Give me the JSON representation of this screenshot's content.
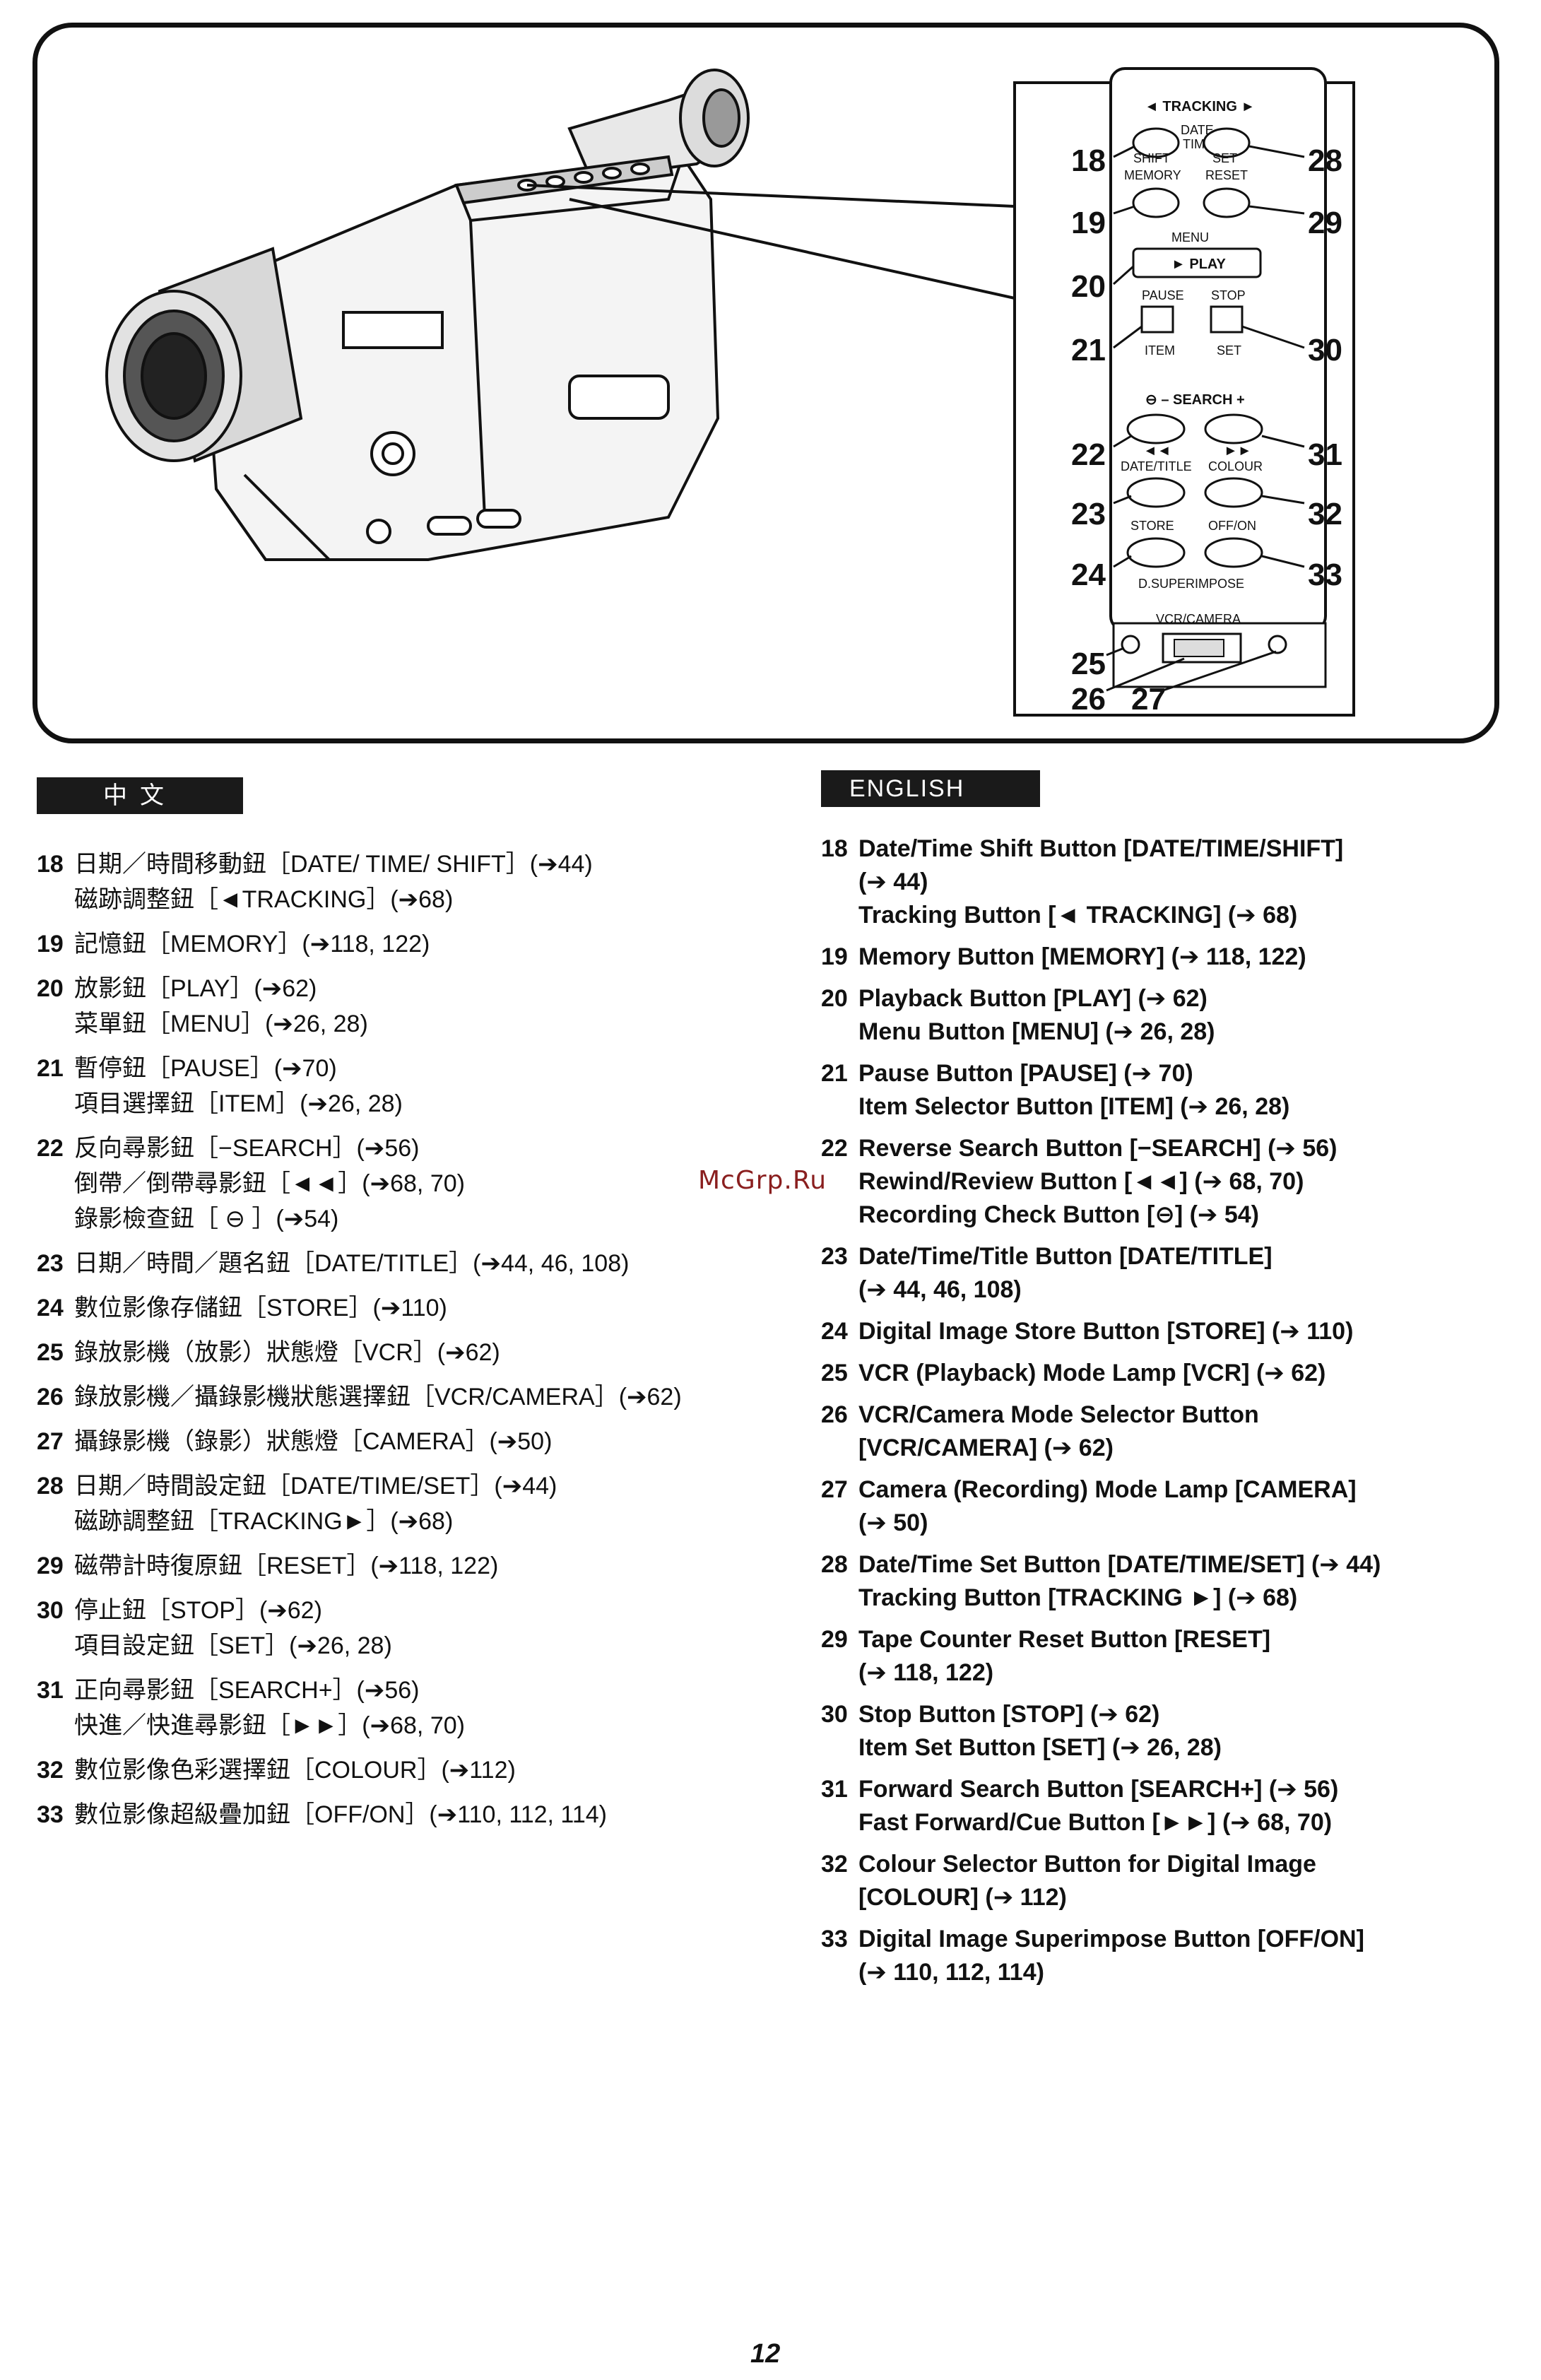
{
  "figure": {
    "callout_numbers": [
      "18",
      "19",
      "20",
      "21",
      "22",
      "23",
      "24",
      "25",
      "26",
      "27",
      "28",
      "29",
      "30",
      "31",
      "32",
      "33"
    ],
    "panel_labels": {
      "tracking": "◄ TRACKING ►",
      "date_time": "DATE\nTIME",
      "shift": "SHIFT",
      "set": "SET",
      "memory": "MEMORY",
      "reset": "RESET",
      "menu": "MENU",
      "play": "► PLAY",
      "pause": "PAUSE",
      "stop": "STOP",
      "item": "ITEM",
      "set2": "SET",
      "search": "⊖ – SEARCH +",
      "rew": "◄◄",
      "ff": "►►",
      "date_title": "DATE/TITLE",
      "colour": "COLOUR",
      "store": "STORE",
      "off_on": "OFF/ON",
      "d_superimpose": "D.SUPERIMPOSE",
      "vcr_camera": "VCR/CAMERA"
    }
  },
  "zh_tag": "中文",
  "en_tag": "ENGLISH",
  "zh_entries": [
    {
      "num": "18",
      "lines": [
        "日期／時間移動鈕［DATE/ TIME/ SHIFT］(➔44)",
        "磁跡調整鈕［◄TRACKING］(➔68)"
      ]
    },
    {
      "num": "19",
      "lines": [
        "記憶鈕［MEMORY］(➔118, 122)"
      ]
    },
    {
      "num": "20",
      "lines": [
        "放影鈕［PLAY］(➔62)",
        "菜單鈕［MENU］(➔26, 28)"
      ]
    },
    {
      "num": "21",
      "lines": [
        "暫停鈕［PAUSE］(➔70)",
        "項目選擇鈕［ITEM］(➔26, 28)"
      ]
    },
    {
      "num": "22",
      "lines": [
        "反向尋影鈕［−SEARCH］(➔56)",
        "倒帶／倒帶尋影鈕［◄◄］(➔68, 70)",
        "錄影檢查鈕［ ⊖ ］(➔54)"
      ]
    },
    {
      "num": "23",
      "lines": [
        "日期／時間／題名鈕［DATE/TITLE］(➔44, 46, 108)"
      ]
    },
    {
      "num": "24",
      "lines": [
        "數位影像存儲鈕［STORE］(➔110)"
      ]
    },
    {
      "num": "25",
      "lines": [
        "錄放影機（放影）狀態燈［VCR］(➔62)"
      ]
    },
    {
      "num": "26",
      "lines": [
        "錄放影機／攝錄影機狀態選擇鈕［VCR/CAMERA］(➔62)"
      ]
    },
    {
      "num": "27",
      "lines": [
        "攝錄影機（錄影）狀態燈［CAMERA］(➔50)"
      ]
    },
    {
      "num": "28",
      "lines": [
        "日期／時間設定鈕［DATE/TIME/SET］(➔44)",
        "磁跡調整鈕［TRACKING►］(➔68)"
      ]
    },
    {
      "num": "29",
      "lines": [
        "磁帶計時復原鈕［RESET］(➔118, 122)"
      ]
    },
    {
      "num": "30",
      "lines": [
        "停止鈕［STOP］(➔62)",
        "項目設定鈕［SET］(➔26, 28)"
      ]
    },
    {
      "num": "31",
      "lines": [
        "正向尋影鈕［SEARCH+］(➔56)",
        "快進／快進尋影鈕［►►］(➔68, 70)"
      ]
    },
    {
      "num": "32",
      "lines": [
        "數位影像色彩選擇鈕［COLOUR］(➔112)"
      ]
    },
    {
      "num": "33",
      "lines": [
        "數位影像超級疊加鈕［OFF/ON］(➔110, 112, 114)"
      ]
    }
  ],
  "en_entries": [
    {
      "num": "18",
      "lines": [
        "Date/Time Shift Button [DATE/TIME/SHIFT]",
        "(➔ 44)",
        "Tracking Button [◄ TRACKING] (➔ 68)"
      ]
    },
    {
      "num": "19",
      "lines": [
        "Memory Button [MEMORY] (➔ 118, 122)"
      ]
    },
    {
      "num": "20",
      "lines": [
        "Playback Button [PLAY] (➔ 62)",
        "Menu Button [MENU] (➔ 26, 28)"
      ]
    },
    {
      "num": "21",
      "lines": [
        "Pause Button [PAUSE] (➔ 70)",
        "Item Selector Button [ITEM] (➔ 26, 28)"
      ]
    },
    {
      "num": "22",
      "lines": [
        "Reverse Search Button [−SEARCH] (➔ 56)",
        "Rewind/Review Button [◄◄] (➔ 68, 70)",
        "Recording Check Button [⊖] (➔ 54)"
      ]
    },
    {
      "num": "23",
      "lines": [
        "Date/Time/Title Button [DATE/TITLE]",
        "(➔ 44, 46, 108)"
      ]
    },
    {
      "num": "24",
      "lines": [
        "Digital Image Store Button [STORE] (➔ 110)"
      ]
    },
    {
      "num": "25",
      "lines": [
        "VCR (Playback) Mode Lamp [VCR] (➔ 62)"
      ]
    },
    {
      "num": "26",
      "lines": [
        "VCR/Camera Mode Selector Button",
        "[VCR/CAMERA] (➔ 62)"
      ]
    },
    {
      "num": "27",
      "lines": [
        "Camera (Recording) Mode Lamp [CAMERA]",
        "(➔ 50)"
      ]
    },
    {
      "num": "28",
      "lines": [
        "Date/Time Set Button [DATE/TIME/SET] (➔ 44)",
        "Tracking Button [TRACKING ►] (➔ 68)"
      ]
    },
    {
      "num": "29",
      "lines": [
        "Tape Counter Reset Button [RESET]",
        "(➔ 118, 122)"
      ]
    },
    {
      "num": "30",
      "lines": [
        "Stop Button [STOP] (➔ 62)",
        "Item Set Button [SET] (➔ 26, 28)"
      ]
    },
    {
      "num": "31",
      "lines": [
        "Forward Search Button [SEARCH+] (➔ 56)",
        "Fast Forward/Cue Button [►►] (➔ 68, 70)"
      ]
    },
    {
      "num": "32",
      "lines": [
        "Colour Selector Button for Digital Image",
        "[COLOUR] (➔ 112)"
      ]
    },
    {
      "num": "33",
      "lines": [
        "Digital Image Superimpose Button [OFF/ON]",
        "(➔ 110, 112, 114)"
      ]
    }
  ],
  "watermark": "McGrp.Ru",
  "page_number": "12"
}
